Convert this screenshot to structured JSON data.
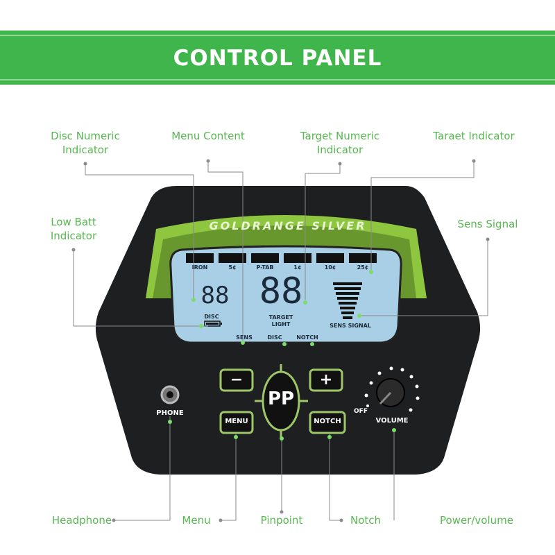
{
  "header": {
    "title": "CONTROL PANEL"
  },
  "callouts": {
    "disc_numeric": "Disc Numeric Indicator",
    "menu_content": "Menu Content",
    "target_numeric": "Target Numeric Indicator",
    "target_indicator": "Taraet Indicator",
    "low_batt": "Low Batt Indicator",
    "sens_signal": "Sens Signal",
    "headphone": "Headphone",
    "menu": "Menu",
    "pinpoint": "Pinpoint",
    "notch": "Notch",
    "power_volume": "Power/volume"
  },
  "device": {
    "brand": "GOLDRANGE SILVER",
    "lcd": {
      "targets": [
        "IRON",
        "5¢",
        "P-TAB",
        "1¢",
        "10¢",
        "25¢"
      ],
      "disc_digits": "88",
      "disc_label": "DISC",
      "target_digits": "88",
      "target_label_1": "TARGET",
      "target_label_2": "LIGHT",
      "sens_signal_label": "SENS SIGNAL",
      "modes": [
        "SENS",
        "DISC",
        "NOTCH"
      ]
    },
    "buttons": {
      "minus": "−",
      "plus": "+",
      "pinpoint": "PP",
      "menu": "MENU",
      "notch": "NOTCH"
    },
    "phone_label": "PHONE",
    "off_label": "OFF",
    "volume_label": "VOLUME"
  },
  "colors": {
    "accent": "#3fb54b",
    "label": "#56b84f",
    "body": "#1e1f21",
    "lcd": "#a9cfe6"
  }
}
